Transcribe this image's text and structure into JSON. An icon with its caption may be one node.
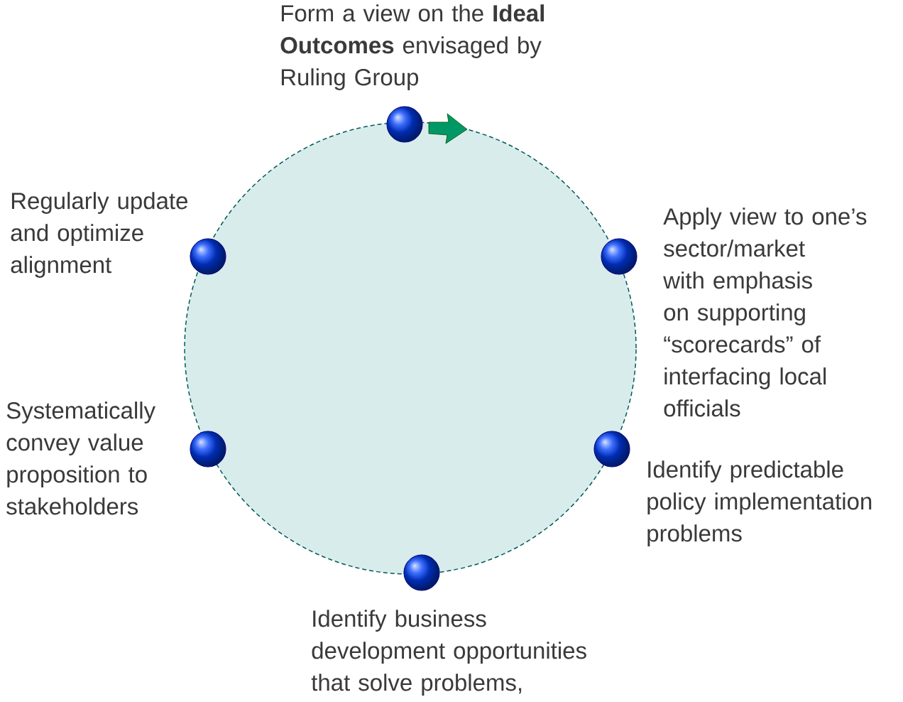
{
  "diagram": {
    "nodes": [
      {
        "text": [],
        "shape": "circle",
        "beside": [
          "Form a view on the **Ideal Outcomes** envisaged by Ruling Group"
        ]
      },
      {
        "text": [],
        "shape": "circle",
        "beside": [
          "Apply view to one’s sector/market with emphasis on supporting “scorecards” of interfacing local officials"
        ]
      },
      {
        "text": [],
        "shape": "circle",
        "beside": [
          "Identify predictable policy implementation problems"
        ]
      },
      {
        "text": [],
        "shape": "circle",
        "beside": [
          "Identify business development opportunities that solve problems,"
        ]
      },
      {
        "text": [],
        "shape": "circle",
        "beside": [
          "Systematically convey value proposition to stakeholders"
        ]
      },
      {
        "text": [],
        "shape": "circle",
        "beside": [
          "Regularly update and optimize alignment"
        ]
      }
    ]
  }
}
